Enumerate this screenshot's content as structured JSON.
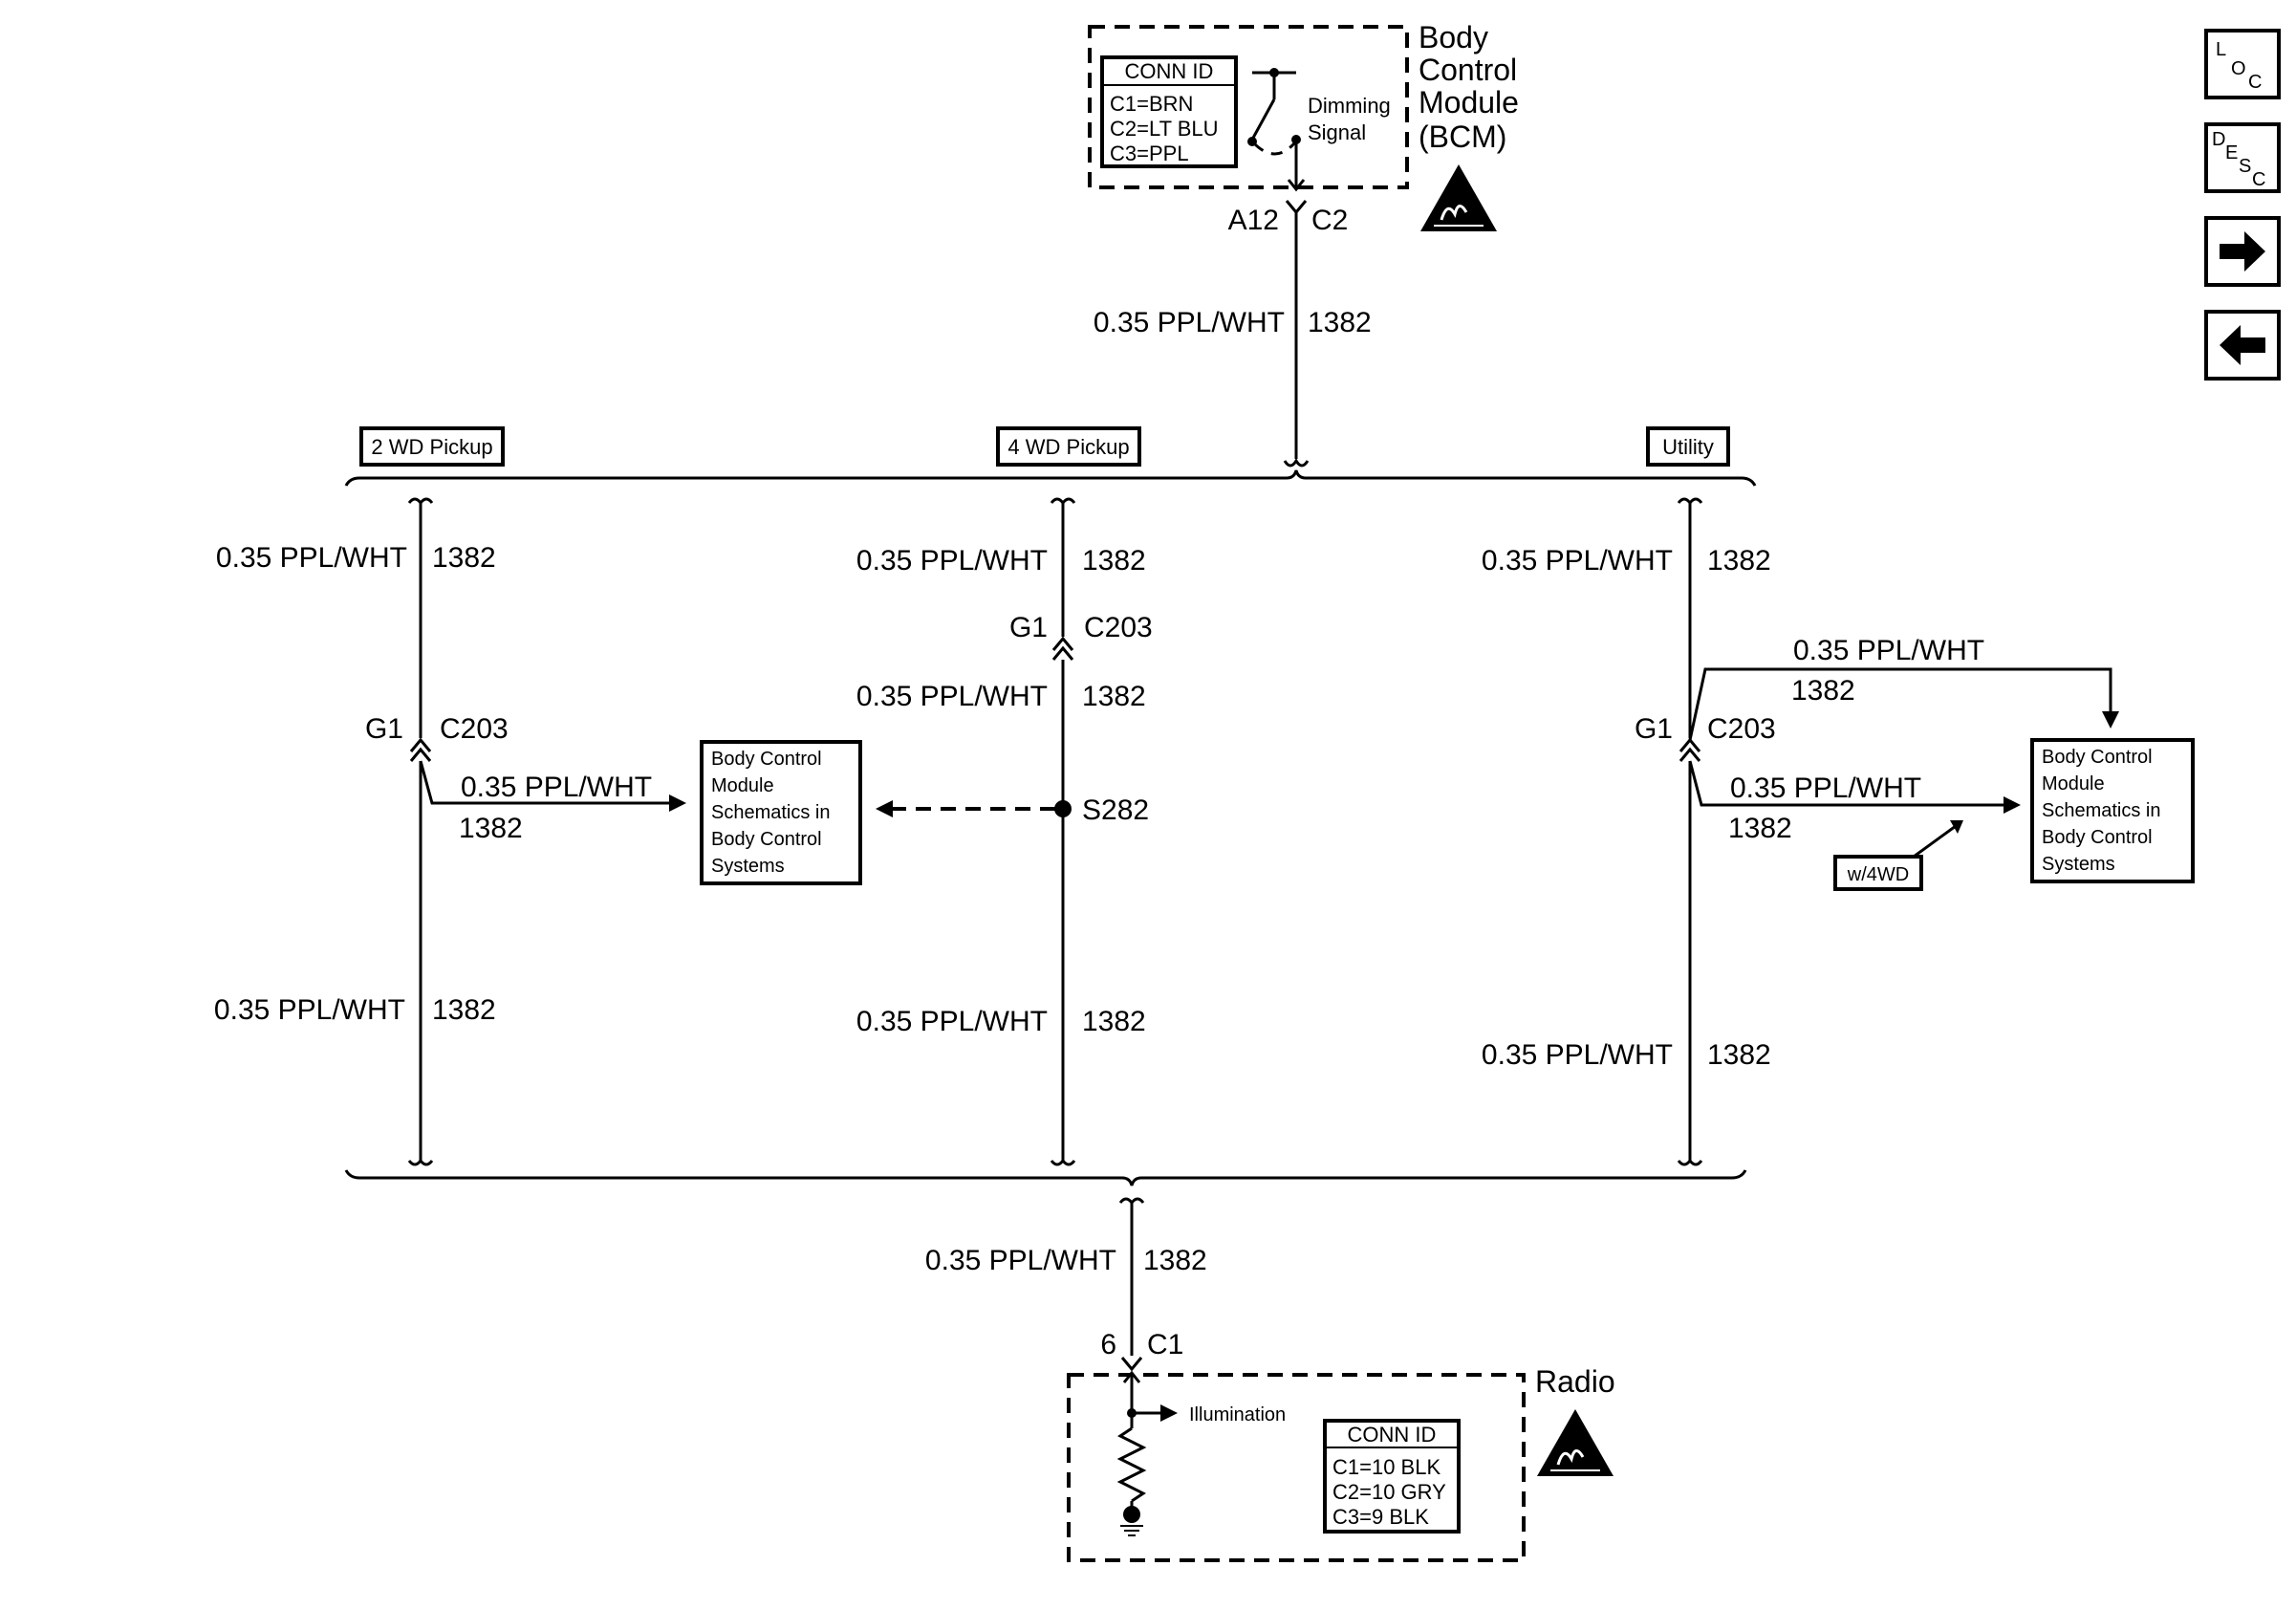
{
  "wire_label": "0.35 PPL/WHT",
  "circuit": "1382",
  "bcm": {
    "title_lines": [
      "Body",
      "Control",
      "Module",
      "(BCM)"
    ],
    "conn_id_title": "CONN ID",
    "conn_id_lines": [
      "C1=BRN",
      "C2=LT BLU",
      "C3=PPL"
    ],
    "switch_lines": [
      "Dimming",
      "Signal"
    ],
    "pin": "A12",
    "connector": "C2"
  },
  "variants": {
    "left": "2 WD Pickup",
    "middle": "4 WD Pickup",
    "right": "Utility"
  },
  "inline_connector": {
    "pin": "G1",
    "connector": "C203"
  },
  "splice": "S282",
  "ref_box_lines": [
    "Body Control",
    "Module",
    "Schematics in",
    "Body Control",
    "Systems"
  ],
  "option_badge": "w/4WD",
  "radio": {
    "title": "Radio",
    "pin": "6",
    "connector": "C1",
    "illumination": "Illumination",
    "conn_id_title": "CONN ID",
    "conn_id_lines": [
      "C1=10 BLK",
      "C2=10 GRY",
      "C3=9 BLK"
    ]
  },
  "nav": {
    "loc": [
      "L",
      "O",
      "C"
    ],
    "desc": [
      "D",
      "E",
      "S",
      "C"
    ],
    "forward_icon": "arrow-right-icon",
    "back_icon": "arrow-left-icon"
  }
}
